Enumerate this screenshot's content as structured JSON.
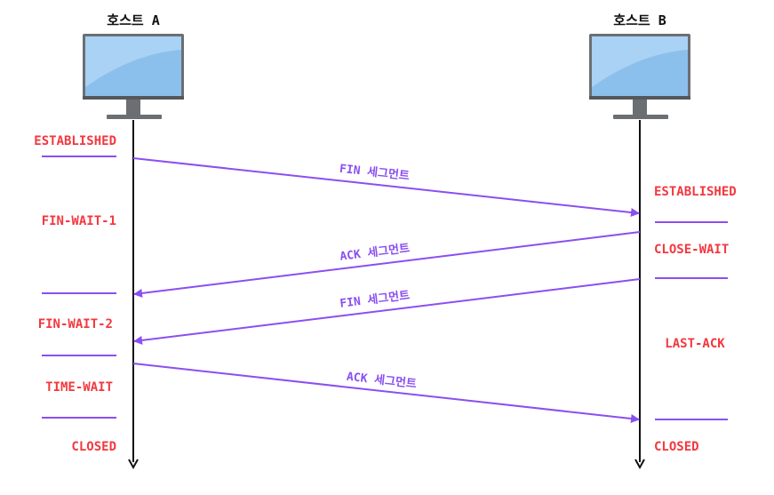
{
  "hosts": {
    "a": {
      "title": "호스트 A"
    },
    "b": {
      "title": "호스트 B"
    }
  },
  "states_a": {
    "established": "ESTABLISHED",
    "fin_wait_1": "FIN-WAIT-1",
    "fin_wait_2": "FIN-WAIT-2",
    "time_wait": "TIME-WAIT",
    "closed": "CLOSED"
  },
  "states_b": {
    "established": "ESTABLISHED",
    "close_wait": "CLOSE-WAIT",
    "last_ack": "LAST-ACK",
    "closed": "CLOSED"
  },
  "segments": {
    "fin_1": "FIN 세그먼트",
    "ack_1": "ACK 세그먼트",
    "fin_2": "FIN 세그먼트",
    "ack_2": "ACK 세그먼트"
  },
  "colors": {
    "state": "#f2383f",
    "arrow": "#8a4ff0",
    "timeline": "#111111",
    "monitor_frame": "#6b6f73",
    "monitor_screen": "#8cc0ec",
    "monitor_glare": "#a9d2f4"
  },
  "icons": {
    "host": "desktop-monitor-icon"
  }
}
